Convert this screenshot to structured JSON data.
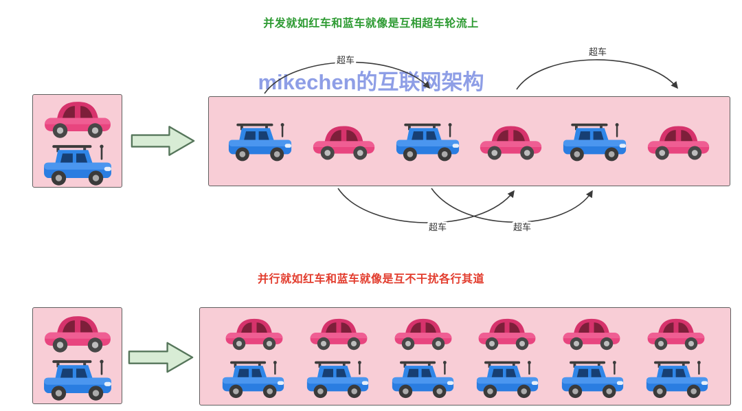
{
  "concurrency": {
    "title": "并发就如红车和蓝车就像是互相超车轮流上",
    "overtake_labels": [
      "超车",
      "超车",
      "超车",
      "超车"
    ],
    "lane_cars": [
      "blue",
      "red",
      "blue",
      "red",
      "blue",
      "red"
    ],
    "watermark": "mikechen的互联网架构"
  },
  "parallel": {
    "title": "并行就如红车和蓝车就像是互不干扰各行其道",
    "red_lane": [
      "red",
      "red",
      "red",
      "red",
      "red",
      "red"
    ],
    "blue_lane": [
      "blue",
      "blue",
      "blue",
      "blue",
      "blue",
      "blue"
    ]
  },
  "legend": {
    "cars": [
      "red",
      "blue"
    ]
  },
  "icons": {
    "red_car": "red-car-icon",
    "blue_car": "blue-car-icon",
    "flow_arrow": "right-arrow-icon"
  },
  "colors": {
    "concurrency_title": "#2e9b33",
    "parallel_title": "#e23c2d",
    "lane_background": "#f8cdd6",
    "lane_border": "#5f5f5f",
    "red_car": "#e8457f",
    "blue_car": "#2a7de1",
    "flow_arrow_fill": "#d8ecd5",
    "flow_arrow_border": "#56765b",
    "watermark": "#7a8de2",
    "arc_stroke": "#3a3a3a"
  }
}
